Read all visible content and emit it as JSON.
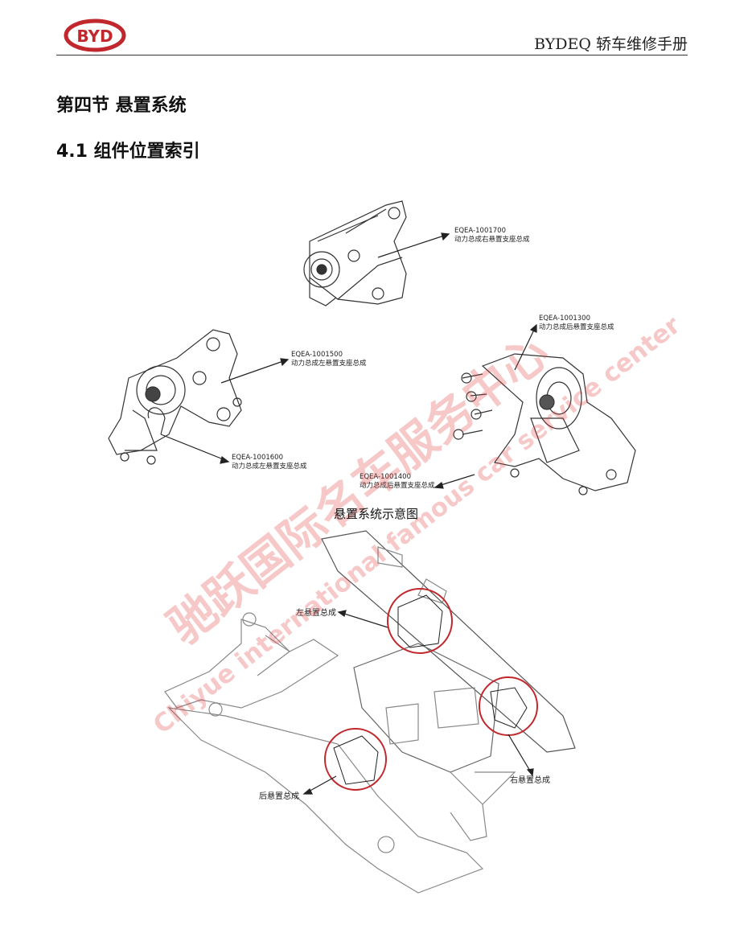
{
  "header": {
    "title": "BYDEQ 轿车维修手册",
    "logo_text": "BYD"
  },
  "section_title": "第四节  悬置系统",
  "subsection_title": "4.1 组件位置索引",
  "parts": [
    {
      "code": "EQEA-1001700",
      "name": "动力总成右悬置支座总成"
    },
    {
      "code": "EQEA-1001500",
      "name": "动力总成左悬置支座总成"
    },
    {
      "code": "EQEA-1001300",
      "name": "动力总成后悬置支座总成"
    },
    {
      "code": "EQEA-1001600",
      "name": "动力总成左悬置支座总成"
    },
    {
      "code": "EQEA-1001400",
      "name": "动力总成后悬置支座总成"
    }
  ],
  "figure_caption": "悬置系统示意图",
  "assembly_labels": {
    "left": "左悬置总成",
    "right": "右悬置总成",
    "rear": "后悬置总成"
  },
  "watermark": {
    "cn": "驰跃国际名车服务中心",
    "en": "Chiyue international famous car service center"
  },
  "colors": {
    "accent": "#c0282d",
    "watermark": "#e23a3a"
  }
}
